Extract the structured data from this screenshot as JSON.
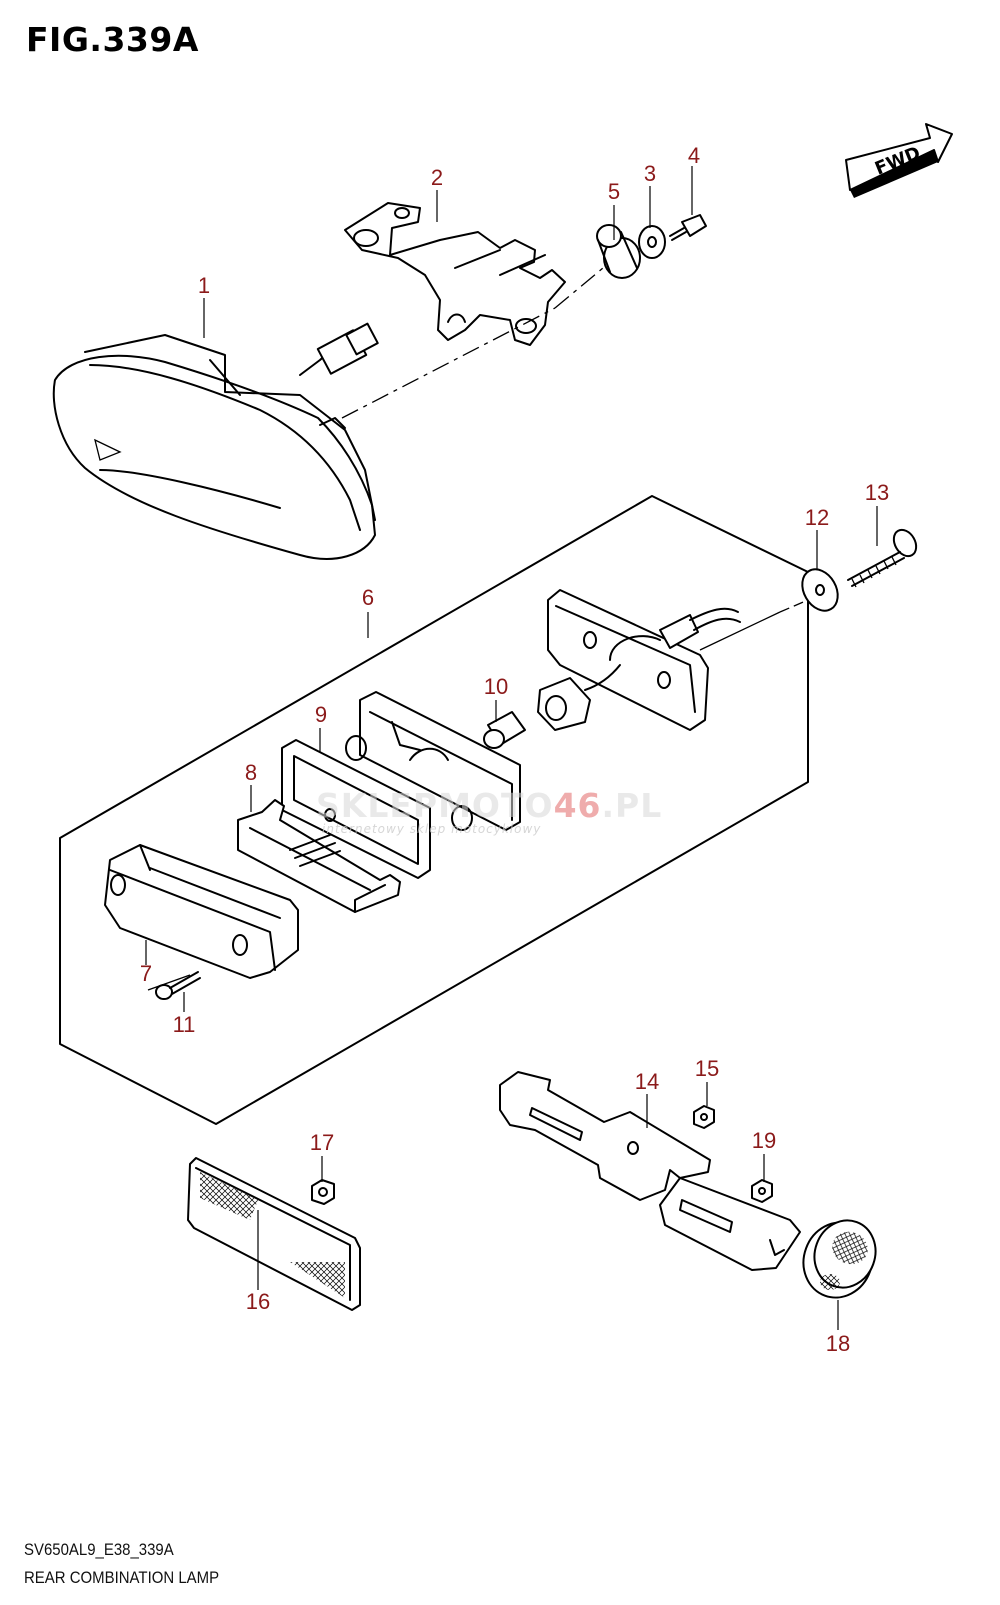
{
  "figure": {
    "title": "FIG.339A",
    "code": "SV650AL9_E38_339A",
    "name": "REAR COMBINATION LAMP"
  },
  "fwd_label": "FWD",
  "watermark": {
    "main_a": "SKLEPMOTO",
    "main_b": "46",
    "main_c": ".PL",
    "sub": "internetowy sklep motocyklowy"
  },
  "callouts": [
    {
      "id": "1",
      "label": "1"
    },
    {
      "id": "2",
      "label": "2"
    },
    {
      "id": "3",
      "label": "3"
    },
    {
      "id": "4",
      "label": "4"
    },
    {
      "id": "5",
      "label": "5"
    },
    {
      "id": "6",
      "label": "6"
    },
    {
      "id": "7",
      "label": "7"
    },
    {
      "id": "8",
      "label": "8"
    },
    {
      "id": "9",
      "label": "9"
    },
    {
      "id": "10",
      "label": "10"
    },
    {
      "id": "11",
      "label": "11"
    },
    {
      "id": "12",
      "label": "12"
    },
    {
      "id": "13",
      "label": "13"
    },
    {
      "id": "14",
      "label": "14"
    },
    {
      "id": "15",
      "label": "15"
    },
    {
      "id": "16",
      "label": "16"
    },
    {
      "id": "17",
      "label": "17"
    },
    {
      "id": "18",
      "label": "18"
    },
    {
      "id": "19",
      "label": "19"
    }
  ],
  "colors": {
    "callout": "#8b1a1a",
    "line": "#000000",
    "background": "#ffffff"
  }
}
